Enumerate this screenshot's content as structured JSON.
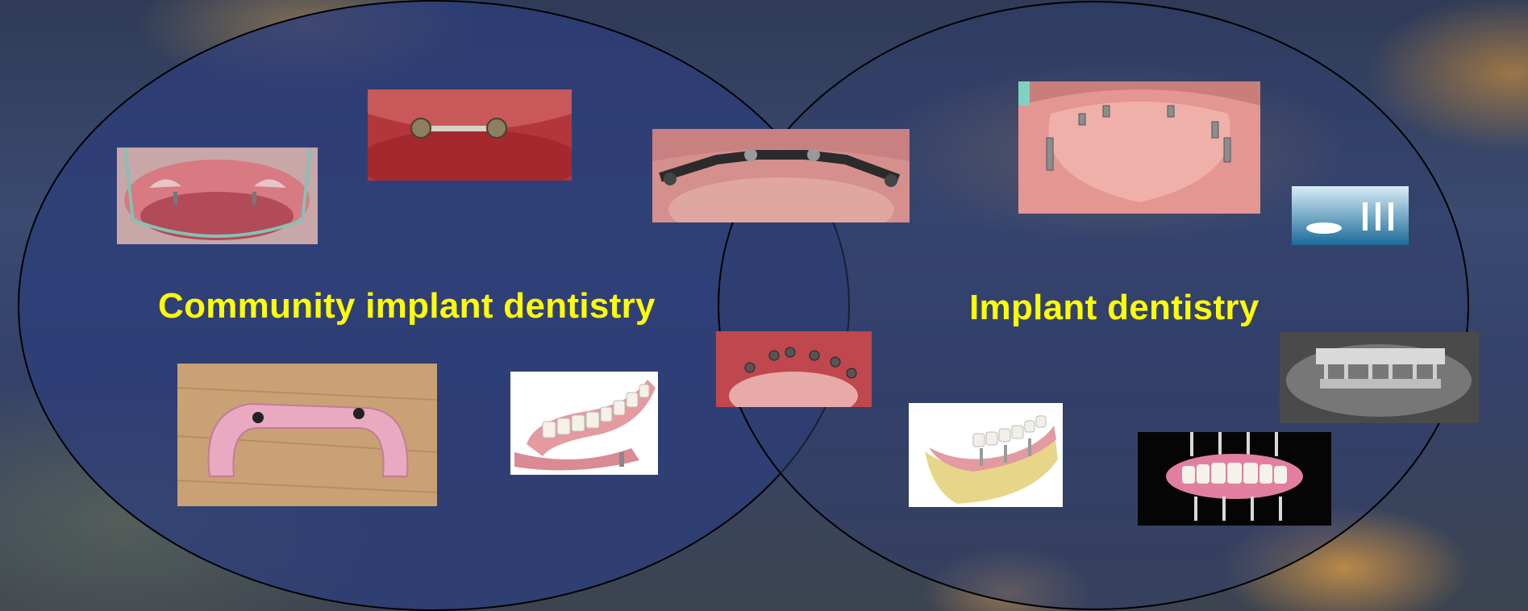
{
  "diagram": {
    "left_set_label": "Community implant dentistry",
    "right_set_label": "Implant dentistry"
  },
  "images": [
    {
      "name": "mandible-photo-bar-retained"
    },
    {
      "name": "mandible-photo-bar-clip"
    },
    {
      "name": "mandible-photo-metal-bar"
    },
    {
      "name": "maxilla-photo-implants"
    },
    {
      "name": "implant-diagram-small"
    },
    {
      "name": "mandible-photo-six-implants"
    },
    {
      "name": "panoramic-xray"
    },
    {
      "name": "overdenture-photo"
    },
    {
      "name": "overdenture-illustration"
    },
    {
      "name": "full-arch-illustration"
    },
    {
      "name": "full-arch-implant-bridge"
    }
  ],
  "colors": {
    "left_circle_fill": "#2d3e7a",
    "right_circle_fill": "#2f3d6c",
    "label_color": "#ffff00"
  }
}
